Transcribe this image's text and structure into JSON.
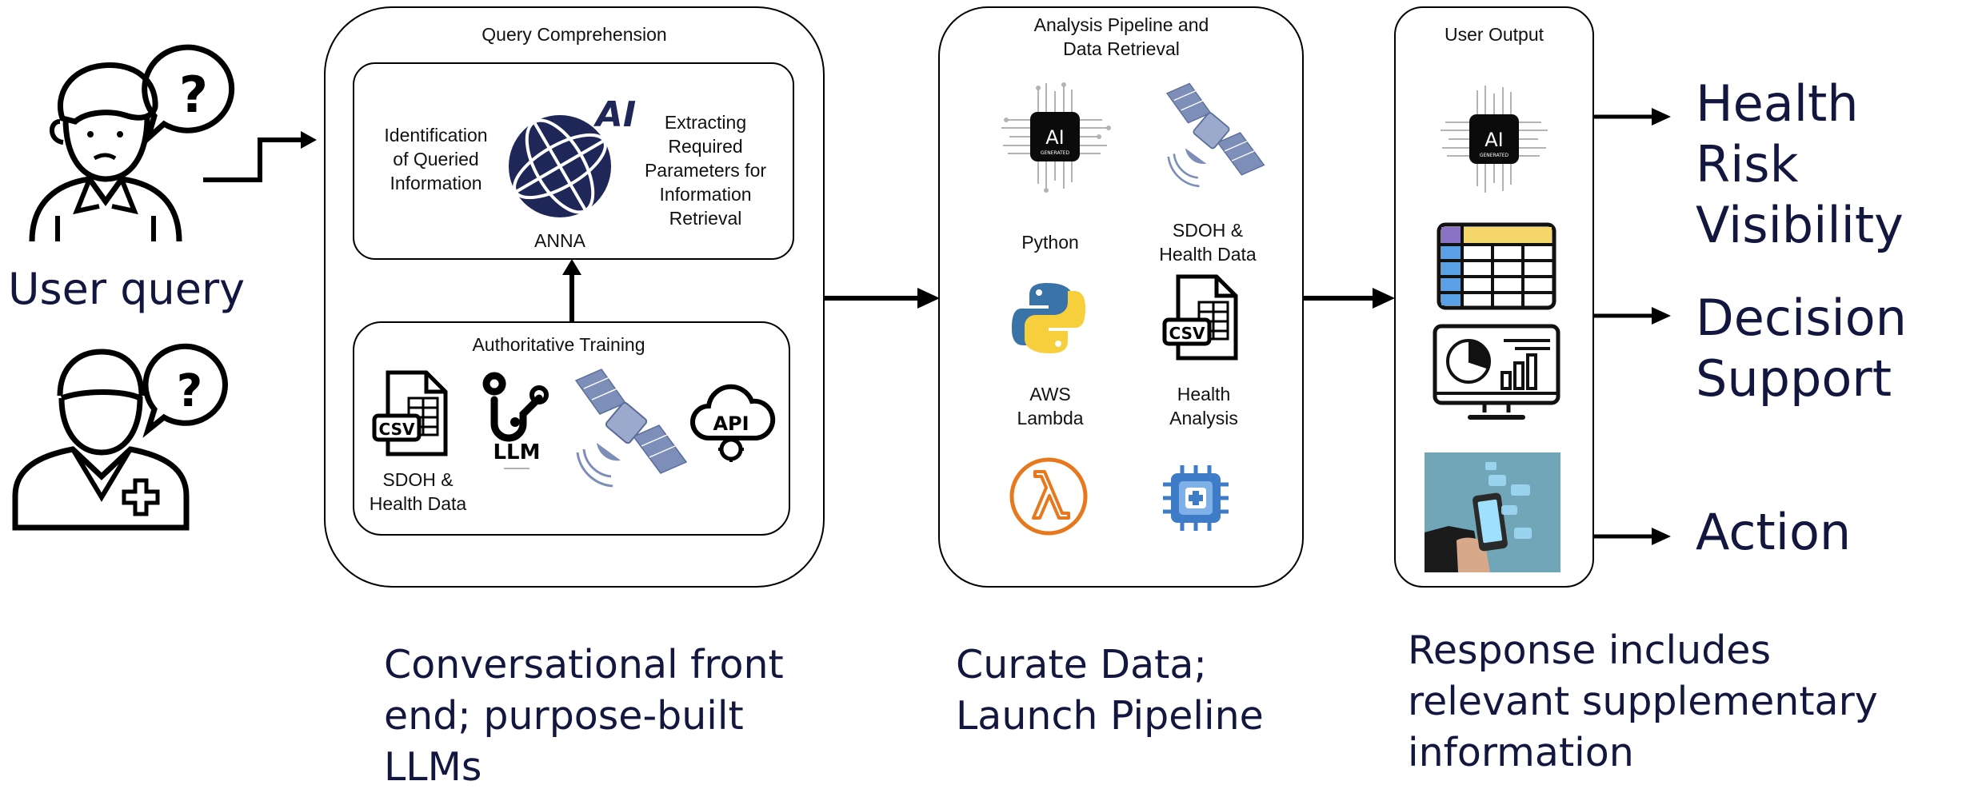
{
  "user": {
    "query_label": "User query",
    "speech_mark": "?"
  },
  "query_comprehension": {
    "title": "Query Comprehension",
    "anna": {
      "left_text": "Identification of Queried Information",
      "right_text": "Extracting Required Parameters for Information Retrieval",
      "name": "ANNA",
      "ai_badge": "AI"
    },
    "training": {
      "title": "Authoritative Training",
      "csv_caption": "SDOH & Health Data",
      "csv_badge": "CSV",
      "llm_badge": "LLM",
      "api_badge": "API"
    }
  },
  "pipeline": {
    "title": "Analysis Pipeline and Data Retrieval",
    "ai_chip": "AI",
    "ai_chip_sub": "GENERATED",
    "python_label": "Python",
    "sdoh_label": "SDOH & Health Data",
    "csv_badge": "CSV",
    "lambda_label": "AWS Lambda",
    "health_label": "Health Analysis"
  },
  "user_output": {
    "title": "User Output",
    "ai_chip": "AI",
    "ai_chip_sub": "GENERATED"
  },
  "outcomes": [
    {
      "label": "Health Risk Visibility"
    },
    {
      "label": "Decision Support"
    },
    {
      "label": "Action"
    }
  ],
  "captions": {
    "front_end": "Conversational front end; purpose-built LLMs",
    "curate": "Curate Data; Launch Pipeline",
    "response": "Response includes relevant supplementary information"
  },
  "colors": {
    "navy_text": "#13173f",
    "anna_globe": "#1f2759",
    "satellite": "#7d8fb8",
    "python_blue": "#3a73a8",
    "python_yellow": "#f7cf3c",
    "lambda_orange": "#e8781e",
    "chip_blue": "#3f7cc8"
  }
}
